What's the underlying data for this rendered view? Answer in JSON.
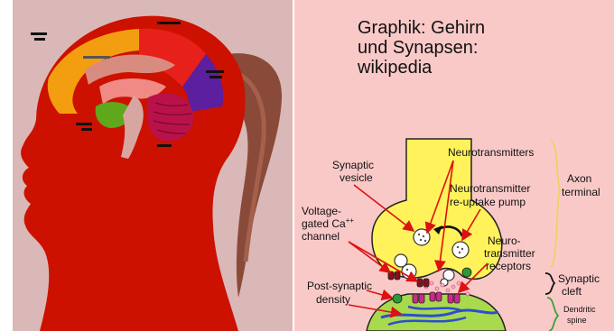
{
  "caption": {
    "line1": "Graphik: Gehirn",
    "line2": "und Synapsen:",
    "line3": "wikipedia"
  },
  "colors": {
    "head": "#cc1100",
    "left_background": "#d9b8b7",
    "right_background": "#f9c9c8",
    "axon": "#fff25a",
    "dendrite": "#a9d94d",
    "arrow": "#dd1111",
    "brace": "#f0d060"
  },
  "synapse": {
    "labels": {
      "neurotransmitters": "Neurotransmitters",
      "synaptic_vesicle_1": "Synaptic",
      "synaptic_vesicle_2": "vesicle",
      "reuptake_1": "Neurotransmitter",
      "reuptake_2": "re-uptake pump",
      "voltage_1": "Voltage-",
      "voltage_2": "gated Ca",
      "voltage_sup": "++",
      "voltage_3": "channel",
      "receptors_1": "Neuro-",
      "receptors_2": "transmitter",
      "receptors_3": "receptors",
      "postsyn_1": "Post-synaptic",
      "postsyn_2": "density",
      "axon_1": "Axon",
      "axon_2": "terminal",
      "cleft_1": "Synaptic",
      "cleft_2": "cleft",
      "spine_1": "Dendritic",
      "spine_2": "spine"
    }
  },
  "icons": {
    "head": "head-silhouette-icon",
    "brain": "brain-section-icon",
    "synapse": "synapse-diagram-icon"
  }
}
